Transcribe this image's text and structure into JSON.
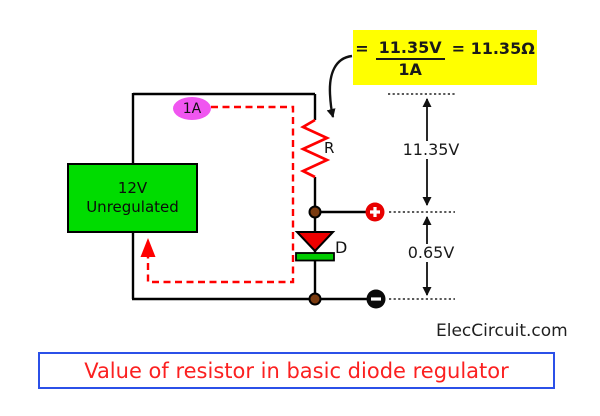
{
  "formula_callout": {
    "equals": "=",
    "numerator": "11.35V",
    "denominator": "1A",
    "result": "= 11.35Ω"
  },
  "current_badge": "1A",
  "voltage_source": {
    "line1": "12V",
    "line2": "Unregulated"
  },
  "components": {
    "resistor": "R",
    "diode": "D"
  },
  "terminals": {
    "positive": "plus-circle-icon",
    "negative": "minus-circle-icon"
  },
  "measurements": {
    "resistor_drop": "11.35V",
    "diode_drop": "0.65V"
  },
  "watermark": "ElecCircuit.com",
  "caption": "Value of resistor in basic diode regulator",
  "colors": {
    "highlight_yellow": "#ffff00",
    "source_green": "#00dc00",
    "badge_magenta": "#f056f0",
    "component_red": "#ee0000",
    "wire_black": "#000000",
    "junction_brown": "#7a3b10",
    "caption_text_red": "#fb2020",
    "caption_border_blue": "#2b50e8"
  }
}
